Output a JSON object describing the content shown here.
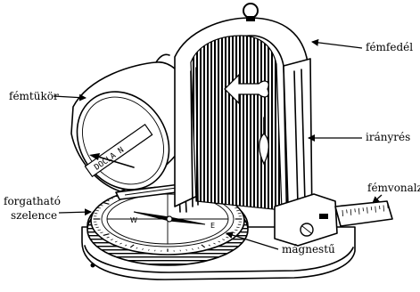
{
  "labels": {
    "metal_lid": "fémfedél",
    "metal_mirror": "fémtükör",
    "sight_slit": "irányrés",
    "rotating_bezel_line1": "forgatható",
    "rotating_bezel_line2": "szelence",
    "metal_ruler": "fémvonalzó",
    "magnetic_needle": "mágnestű"
  },
  "mirror_text": "DOCLA N",
  "colors": {
    "ink": "#000000",
    "paper": "#ffffff"
  }
}
